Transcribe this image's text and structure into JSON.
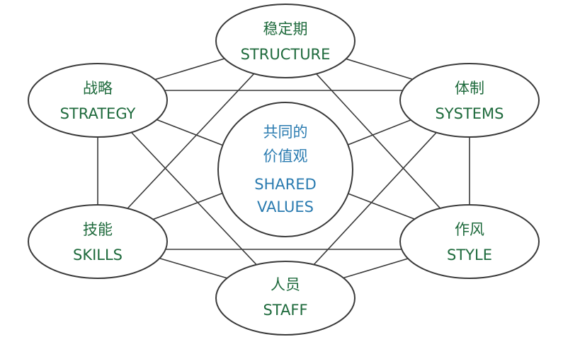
{
  "nodes": {
    "structure": {
      "zh": "稳定期",
      "en": "STRUCTURE"
    },
    "strategy": {
      "zh": "战略",
      "en": "STRATEGY"
    },
    "systems": {
      "zh": "体制",
      "en": "SYSTEMS"
    },
    "skills": {
      "zh": "技能",
      "en": "SKILLS"
    },
    "style": {
      "zh": "作风",
      "en": "STYLE"
    },
    "staff": {
      "zh": "人员",
      "en": "STAFF"
    },
    "shared_values": {
      "zh_line1": "共同的",
      "zh_line2": "价值观",
      "en_line1": "SHARED",
      "en_line2": "VALUES"
    }
  },
  "colors": {
    "outer_text": "#1e6a3c",
    "center_text": "#2a7bb0",
    "line": "#3a3a3a"
  }
}
